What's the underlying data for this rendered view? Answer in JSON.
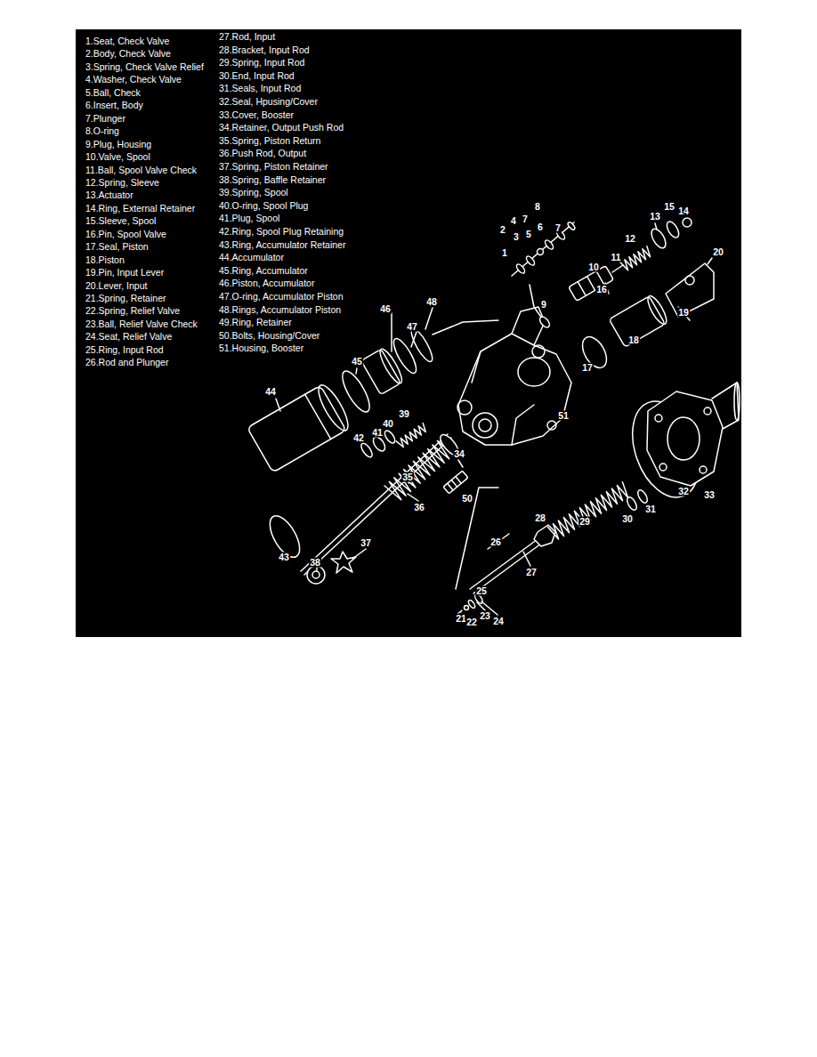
{
  "diagram": {
    "labels": [
      "1.Seat, Check Valve",
      "2.Body, Check Valve",
      "3.Spring, Check Valve Relief",
      "4.Washer, Check Valve",
      "5.Ball, Check",
      "6.Insert, Body",
      "7.Plunger",
      "8.O-ring",
      "9.Plug, Housing",
      "10.Valve, Spool",
      "11.Ball, Spool Valve Check",
      "12.Spring, Sleeve",
      "13.Actuator",
      "14.Ring, External Retainer",
      "15.Sleeve, Spool",
      "16.Pin, Spool Valve",
      "17.Seal, Piston",
      "18.Piston",
      "19.Pin, Input Lever",
      "20.Lever, Input",
      "21.Spring, Retainer",
      "22.Spring, Relief Valve",
      "23.Ball, Relief Valve Check",
      "24.Seat, Relief Valve",
      "25.Ring, Input Rod",
      "26.Rod and Plunger",
      "27.Rod, Input",
      "28.Bracket, Input Rod",
      "29.Spring, Input Rod",
      "30.End, Input Rod",
      "31.Seals, Input Rod",
      "32.Seal, Hpusing/Cover",
      "33.Cover, Booster",
      "34.Retainer, Output Push Rod",
      "35.Spring, Piston Return",
      "36.Push Rod, Output",
      "37.Spring, Piston Retainer",
      "38.Spring, Baffle Retainer",
      "39.Spring, Spool",
      "40.O-ring, Spool Plug",
      "41.Plug, Spool",
      "42.Ring, Spool Plug Retaining",
      "43.Ring, Accumulator Retainer",
      "44.Accumulator",
      "45.Ring, Accumulator",
      "46.Piston, Accumulator",
      "47.O-ring, Accumulator Piston",
      "48.Rings, Accumulator Piston",
      "49.Ring, Retainer",
      "50.Bolts, Housing/Cover",
      "51.Housing, Booster",
      "1",
      "2",
      "3",
      "4",
      "5",
      "6",
      "7",
      "7",
      "8",
      "9",
      "10",
      "11",
      "12",
      "13",
      "14",
      "15",
      "16",
      "17",
      "18",
      "19",
      "20",
      "21",
      "22",
      "23",
      "24",
      "25",
      "26",
      "27",
      "28",
      "29",
      "30",
      "31",
      "32",
      "33",
      "34",
      "35",
      "36",
      "37",
      "38",
      "39",
      "40",
      "41",
      "42",
      "43",
      "44",
      "45",
      "46",
      "47",
      "48",
      "50",
      "51"
    ]
  }
}
